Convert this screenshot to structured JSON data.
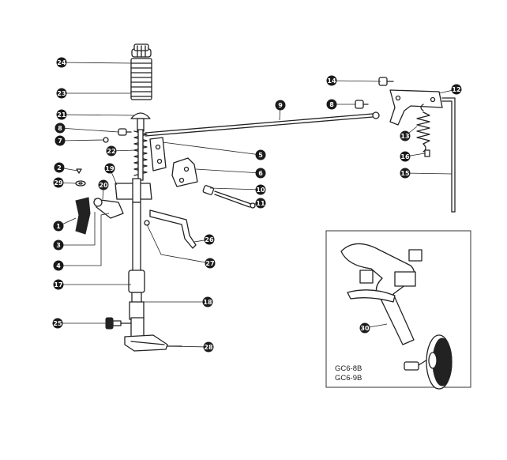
{
  "callouts": [
    {
      "num": "24"
    },
    {
      "num": "23"
    },
    {
      "num": "21"
    },
    {
      "num": "8"
    },
    {
      "num": "7"
    },
    {
      "num": "22"
    },
    {
      "num": "2"
    },
    {
      "num": "29"
    },
    {
      "num": "19"
    },
    {
      "num": "20"
    },
    {
      "num": "1"
    },
    {
      "num": "3"
    },
    {
      "num": "4"
    },
    {
      "num": "17"
    },
    {
      "num": "18"
    },
    {
      "num": "25"
    },
    {
      "num": "28"
    },
    {
      "num": "26"
    },
    {
      "num": "27"
    },
    {
      "num": "5"
    },
    {
      "num": "6"
    },
    {
      "num": "10"
    },
    {
      "num": "11"
    },
    {
      "num": "9"
    },
    {
      "num": "14"
    },
    {
      "num": "12"
    },
    {
      "num": "8"
    },
    {
      "num": "13"
    },
    {
      "num": "16"
    },
    {
      "num": "15"
    },
    {
      "num": "30"
    }
  ],
  "inset": {
    "model_lines": [
      "GC6-8B",
      "GC6-9B"
    ]
  }
}
